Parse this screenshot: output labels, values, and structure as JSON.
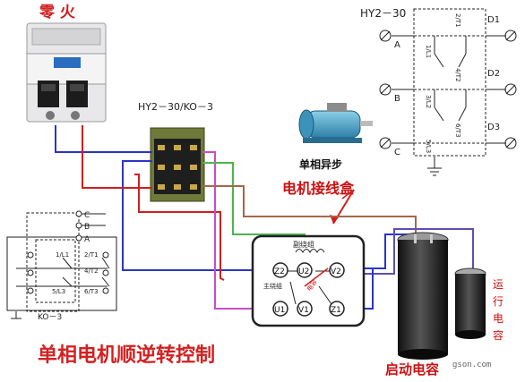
{
  "texts": {
    "breaker_title": "零 火",
    "switch_label": "HY2－30/KO－3",
    "motor_name": "单相异步",
    "junction_box": "电机接线盒",
    "schematic_title": "HY2－30",
    "ko3_label": "KO－3",
    "main_title": "单相电机顺逆转控制",
    "start_cap": "启动电容",
    "run_cap": [
      "运",
      "行",
      "电",
      "容"
    ],
    "watermark": "gson.com",
    "aux_winding": "副绕组",
    "main_winding": "主绕组",
    "capacitor_word": "电容",
    "terminals": {
      "z2": "Z2",
      "u2": "U2",
      "v2": "V2",
      "u1": "U1",
      "v1": "V1",
      "z1": "Z1"
    },
    "sch_left": [
      "A",
      "B",
      "C"
    ],
    "sch_right": [
      "D1",
      "D2",
      "D3"
    ],
    "sch_switch": [
      "1/L1",
      "2/T1",
      "3/L2",
      "4/T2",
      "5/L3",
      "6/T3"
    ],
    "ko_ports": [
      "C",
      "B",
      "A"
    ],
    "ko_switch": [
      "1/L1",
      "2/T1",
      "4/T2",
      "5/L3",
      "6/T3"
    ]
  },
  "colors": {
    "blue_wire": "#2a35c8",
    "red_wire": "#d01e1e",
    "green_wire": "#4db44a",
    "magenta_wire": "#c84ec8",
    "brown_wire": "#a5664a",
    "title_red": "#d42020",
    "label_red": "#cc1010"
  }
}
